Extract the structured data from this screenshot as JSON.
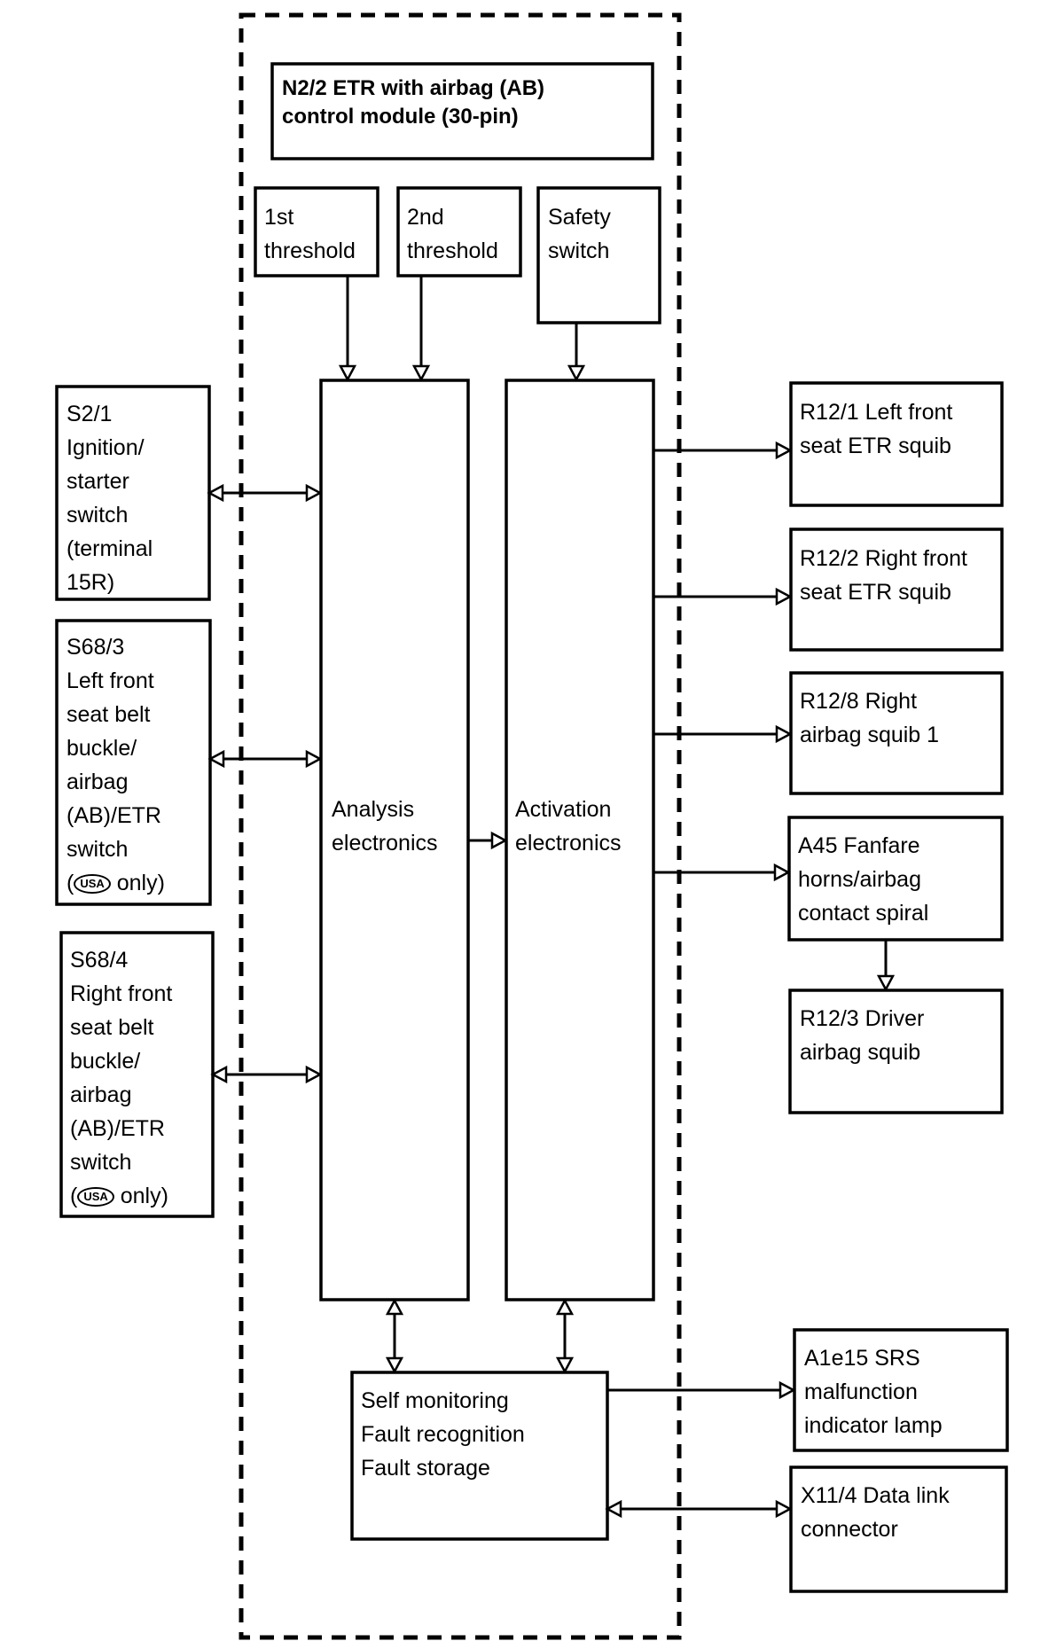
{
  "module": {
    "title_lines": [
      "N2/2 ETR with airbag (AB)",
      "control module (30-pin)"
    ]
  },
  "thresholds": {
    "first": [
      "1st",
      "threshold"
    ],
    "second": [
      "2nd",
      "threshold"
    ],
    "safety": [
      "Safety",
      "switch"
    ]
  },
  "core": {
    "analysis": [
      "Analysis",
      "electronics"
    ],
    "activation": [
      "Activation",
      "electronics"
    ],
    "self_monitoring": [
      "Self monitoring",
      "Fault recognition",
      "Fault storage"
    ]
  },
  "inputs": {
    "s2_1": [
      "S2/1",
      "Ignition/",
      "starter",
      "switch",
      "(terminal",
      "15R)"
    ],
    "s68_3": [
      "S68/3",
      "Left front",
      "seat belt",
      "buckle/",
      "airbag",
      "(AB)/ETR",
      "switch"
    ],
    "s68_4": [
      "S68/4",
      " Right front",
      "seat belt",
      "buckle/",
      "airbag",
      "(AB)/ETR",
      "switch"
    ],
    "usa_badge": "USA",
    "usa_open": "(",
    "usa_suffix": " only)"
  },
  "outputs": {
    "r12_1": [
      "R12/1 Left front",
      "seat ETR squib"
    ],
    "r12_2": [
      "R12/2 Right front",
      "seat ETR squib"
    ],
    "r12_8": [
      "R12/8 Right",
      "airbag squib 1"
    ],
    "a45": [
      "A45 Fanfare",
      "horns/airbag",
      "contact spiral"
    ],
    "r12_3": [
      "R12/3  Driver",
      "airbag squib"
    ],
    "a1e15": [
      "A1e15 SRS",
      "malfunction",
      "indicator lamp"
    ],
    "x11_4": [
      "X11/4 Data link",
      "connector"
    ]
  }
}
